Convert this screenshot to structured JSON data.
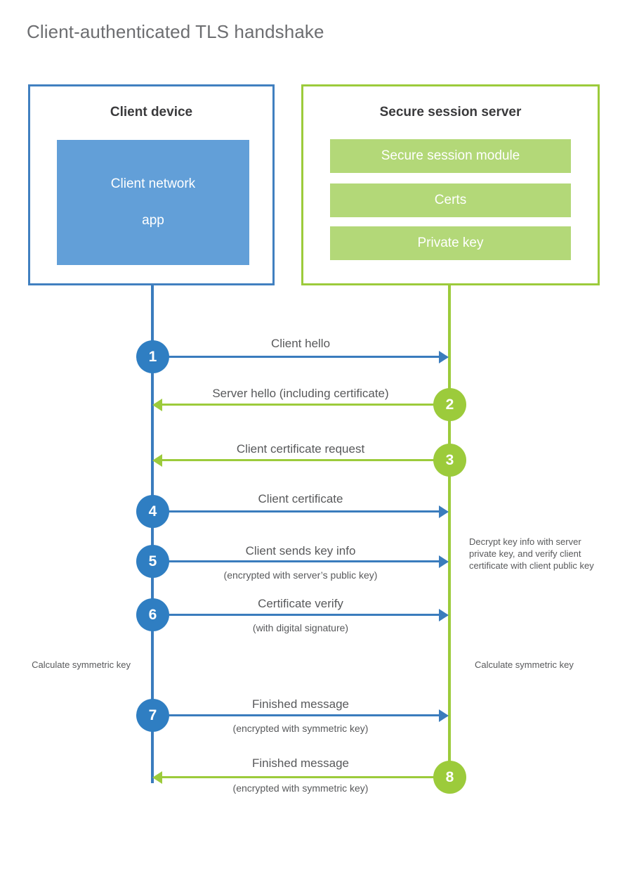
{
  "title": "Client-authenticated TLS handshake",
  "colors": {
    "client_accent": "#3a7cbd",
    "client_fill": "#629fd8",
    "client_circle": "#2f7ec2",
    "server_accent": "#9ccb3b",
    "server_fill": "#b3d878",
    "text": "#58595b",
    "heading": "#6d6e71",
    "background": "#ffffff"
  },
  "client_box": {
    "title": "Client device",
    "app_label_line1": "Client network",
    "app_label_line2": "app"
  },
  "server_box": {
    "title": "Secure session server",
    "components": [
      {
        "label": "Secure session module"
      },
      {
        "label": "Certs"
      },
      {
        "label": "Private key"
      }
    ]
  },
  "steps": [
    {
      "number": "1",
      "direction": "client-to-server",
      "label": "Client hello",
      "sublabel": ""
    },
    {
      "number": "2",
      "direction": "server-to-client",
      "label": "Server hello (including certificate)",
      "sublabel": ""
    },
    {
      "number": "3",
      "direction": "server-to-client",
      "label": "Client certificate request",
      "sublabel": ""
    },
    {
      "number": "4",
      "direction": "client-to-server",
      "label": "Client certificate",
      "sublabel": ""
    },
    {
      "number": "5",
      "direction": "client-to-server",
      "label": "Client sends key info",
      "sublabel": "(encrypted with server’s public key)"
    },
    {
      "number": "6",
      "direction": "client-to-server",
      "label": "Certificate verify",
      "sublabel": "(with digital signature)"
    },
    {
      "number": "7",
      "direction": "client-to-server",
      "label": "Finished message",
      "sublabel": "(encrypted with symmetric key)"
    },
    {
      "number": "8",
      "direction": "server-to-client",
      "label": "Finished message",
      "sublabel": "(encrypted with symmetric key)"
    }
  ],
  "notes": {
    "server_decrypt": "Decrypt key info with server private key, and verify client certificate with client public key",
    "client_calculate": "Calculate symmetric key",
    "server_calculate": "Calculate symmetric key"
  }
}
